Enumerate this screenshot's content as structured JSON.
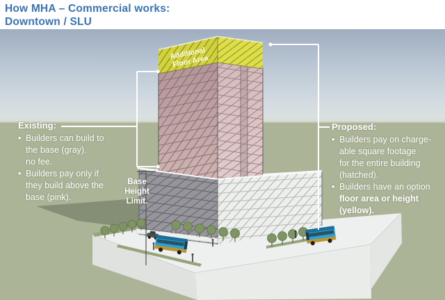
{
  "title": {
    "line1": "How MHA – Commercial works:",
    "line2": "Downtown / SLU"
  },
  "glyphs": {
    "bullet": "•"
  },
  "labels": {
    "additional_floor_area": {
      "line1": "Additional",
      "line2": "Floor Area"
    },
    "base_height_limit": {
      "line1": "Base",
      "line2": "Height",
      "line3": "Limit."
    }
  },
  "callouts": {
    "existing": {
      "heading": "Existing:",
      "bullets": [
        {
          "lines": [
            "Builders can build to",
            "the base (gray).",
            "no fee."
          ]
        },
        {
          "lines": [
            "Builders pay only if",
            "they build above the",
            "base (pink)."
          ]
        }
      ]
    },
    "proposed": {
      "heading": "Proposed:",
      "bullets": [
        {
          "lines": [
            "Builders pay on charge-",
            "able square footage",
            "for the entire building",
            "(hatched)."
          ]
        },
        {
          "lines": [
            "Builders have an option",
            "floor area or height",
            "(yellow)."
          ]
        }
      ]
    }
  },
  "colors": {
    "title_blue": "#3973b9",
    "sky_top": "#9fadc0",
    "sky_bottom": "#dde2e0",
    "ground_green": "#abb497",
    "tower_pink": "#c0a3a3",
    "tower_pink_light": "#dcc4c4",
    "cap_yellow": "#d2d23c",
    "base_gray": "#95959b",
    "base_white_face": "#edefec",
    "bus_blue": "#2b9fd6",
    "bus_skirt_yellow": "#bd9434",
    "callout_white": "#ffffff"
  }
}
